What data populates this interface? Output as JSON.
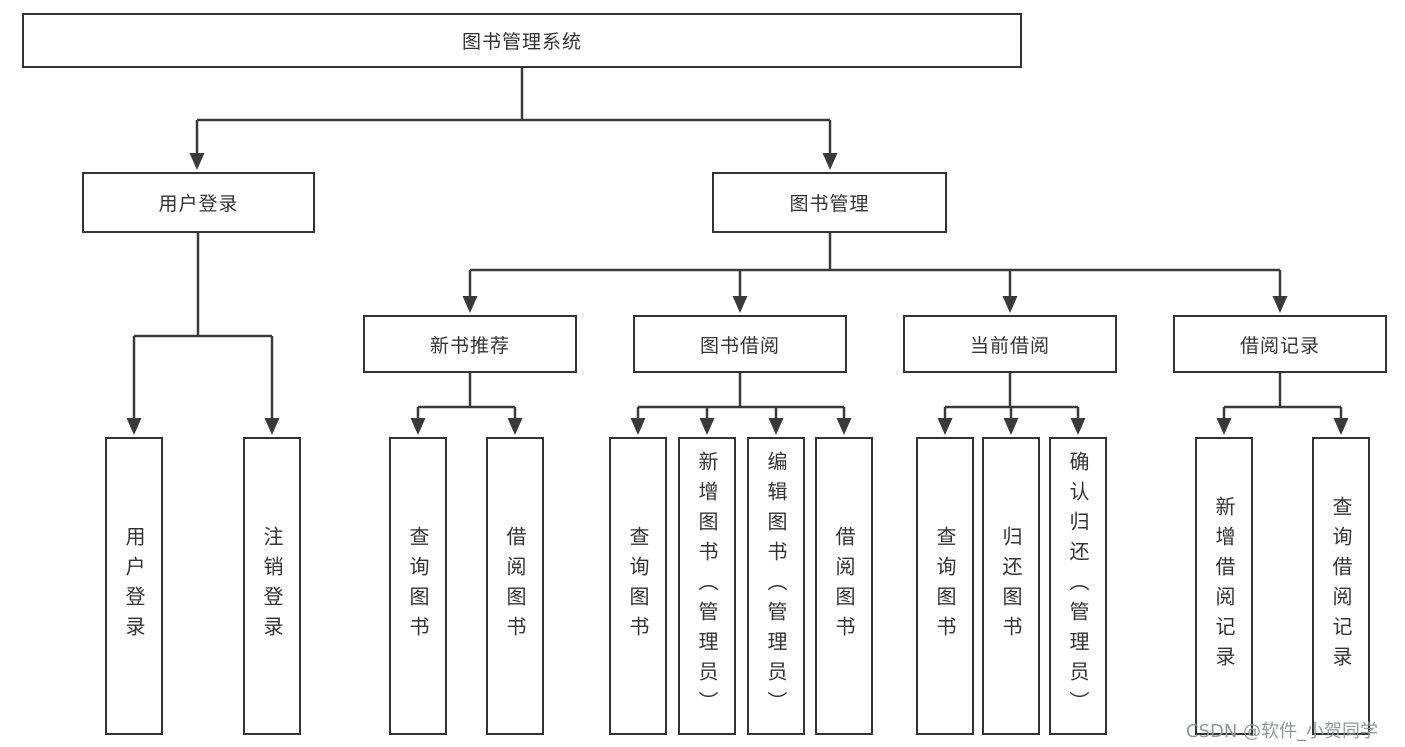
{
  "diagram_type": "hierarchy-chart",
  "colors": {
    "line": "#3a3a3a",
    "arrow": "#3a3a3a",
    "box_border": "#333333",
    "text": "#333333",
    "background": "#ffffff",
    "watermark": "#92969c"
  },
  "tree": {
    "label": "图书管理系统",
    "children": [
      {
        "label": "用户登录",
        "children": [
          {
            "label": "用户登录"
          },
          {
            "label": "注销登录"
          }
        ]
      },
      {
        "label": "图书管理",
        "children": [
          {
            "label": "新书推荐",
            "children": [
              {
                "label": "查询图书"
              },
              {
                "label": "借阅图书"
              }
            ]
          },
          {
            "label": "图书借阅",
            "children": [
              {
                "label": "查询图书"
              },
              {
                "label": "新增图书（管理员）"
              },
              {
                "label": "编辑图书（管理员）"
              },
              {
                "label": "借阅图书"
              }
            ]
          },
          {
            "label": "当前借阅",
            "children": [
              {
                "label": "查询图书"
              },
              {
                "label": "归还图书"
              },
              {
                "label": "确认归还（管理员）"
              }
            ]
          },
          {
            "label": "借阅记录",
            "children": [
              {
                "label": "新增借阅记录"
              },
              {
                "label": "查询借阅记录"
              }
            ]
          }
        ]
      }
    ]
  },
  "watermark": {
    "text": "CSDN @软件_小贺同学"
  }
}
